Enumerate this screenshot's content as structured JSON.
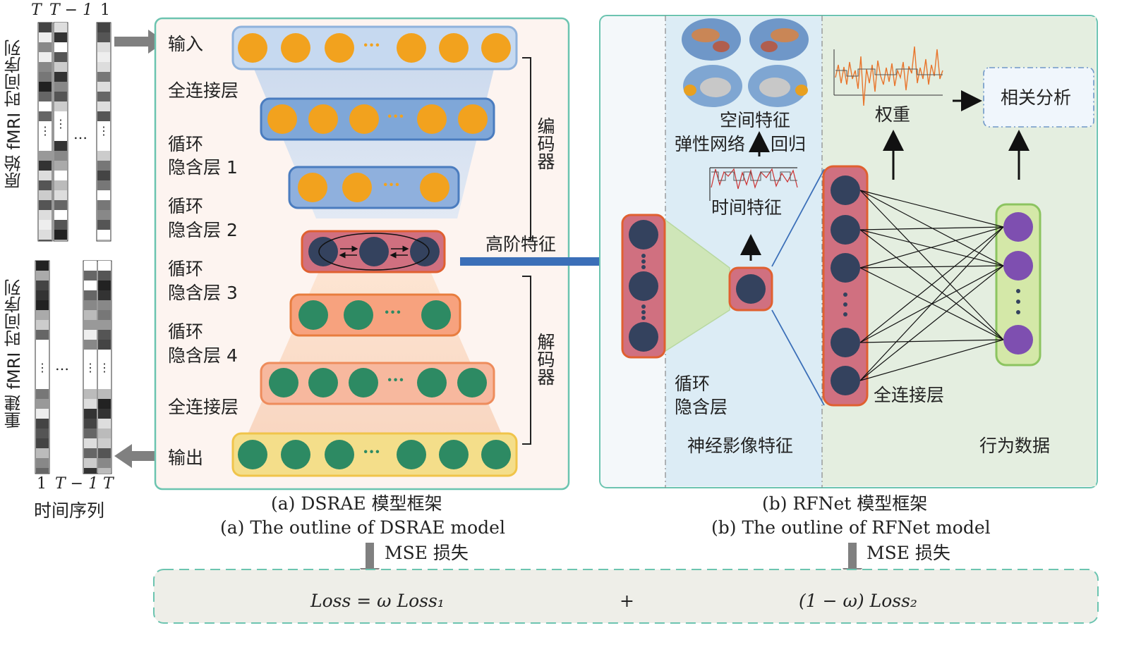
{
  "left_strip": {
    "top_ticks": [
      "T",
      "T − 1",
      "1"
    ],
    "bottom_ticks": [
      "1",
      "T − 1",
      "T"
    ],
    "original_label": "原始 fMRI 时间序列",
    "recon_label": "重建 fMRI 时间序列",
    "axis_label": "时间序列",
    "dots": "⋮",
    "hdots": "…"
  },
  "dsrae": {
    "input": "输入",
    "fc1": "全连接层",
    "rnn1_a": "循环",
    "rnn1_b": "隐含层 1",
    "rnn2_a": "循环",
    "rnn2_b": "隐含层 2",
    "rnn3_a": "循环",
    "rnn3_b": "隐含层 3",
    "rnn4_a": "循环",
    "rnn4_b": "隐含层 4",
    "fc2": "全连接层",
    "output": "输出",
    "encoder": "编码器",
    "decoder": "解码器",
    "high_order": "高阶特征",
    "ellipsis": "···",
    "caption_zh": "(a) DSRAE 模型框架",
    "caption_en": "(a) The outline of DSRAE model"
  },
  "rfnet": {
    "spatial": "空间特征",
    "elastic": "弹性网络",
    "regress": "回归",
    "temporal": "时间特征",
    "rnn_a": "循环",
    "rnn_b": "隐含层",
    "neuro": "神经影像特征",
    "weights": "权重",
    "correlation": "相关分析",
    "fc": "全连接层",
    "behavior": "行为数据",
    "caption_zh": "(b) RFNet 模型框架",
    "caption_en": "(b) The outline of RFNet model"
  },
  "loss": {
    "mse1": "MSE 损失",
    "mse2": "MSE 损失",
    "term1": "Loss = ω Loss₁",
    "plus": "+",
    "term2": "(1 − ω) Loss₂"
  },
  "colors": {
    "teal_border": "#6cc4b0",
    "orange_node": "#f2a21e",
    "green_node": "#2d8a63",
    "navy_node": "#34425e",
    "purple_node": "#7e4fb0",
    "blue_arrow": "#3b6fb8"
  }
}
